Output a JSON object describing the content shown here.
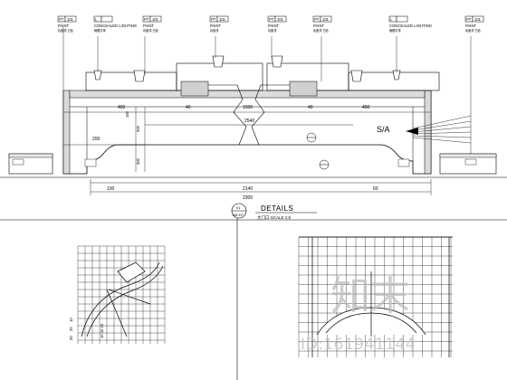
{
  "tags": [
    {
      "code": "PT",
      "num": "101",
      "label": "PAINT",
      "note": "乳胶漆 白色"
    },
    {
      "code": "L",
      "num": "",
      "label": "CONCEALED LIGHTING",
      "note": "暗藏灯带"
    },
    {
      "code": "PT",
      "num": "101",
      "label": "PAINT",
      "note": "乳胶漆 白色"
    },
    {
      "code": "PT",
      "num": "101",
      "label": "PAINT",
      "note": "乳胶漆"
    },
    {
      "code": "PT",
      "num": "101",
      "label": "PAINT",
      "note": "乳胶漆"
    },
    {
      "code": "PT",
      "num": "101",
      "label": "PAINT",
      "note": "乳胶漆 白色"
    },
    {
      "code": "L",
      "num": "",
      "label": "CONCEALED LIGHTING",
      "note": "暗藏灯带"
    },
    {
      "code": "PT",
      "num": "101",
      "label": "PAINT",
      "note": "乳胶漆 白色"
    }
  ],
  "dimensions": {
    "inner_left": "400",
    "center_left": "40",
    "center_span": "1500",
    "center_right": "40",
    "inner_right": "400",
    "overall_inner": "2540",
    "left_side": "200",
    "left_vertical_a": "150",
    "left_vertical_b": "500",
    "left_vertical_c": "300",
    "bottom_left": "100",
    "bottom_mid": "2140",
    "bottom_right": "60",
    "bottom_total": "2300"
  },
  "section_marker": "S/A",
  "title": {
    "ref": "01",
    "sheet": "AR-DT",
    "main": "DETAILS",
    "sub": "大门口   SCALE 1:5"
  },
  "detail_labels": {
    "left_vertical": [
      "10",
      "20",
      "30"
    ],
    "left_horizontal": "10 10 10"
  },
  "watermark": {
    "brand": "知末",
    "id": "ID:161941144"
  }
}
